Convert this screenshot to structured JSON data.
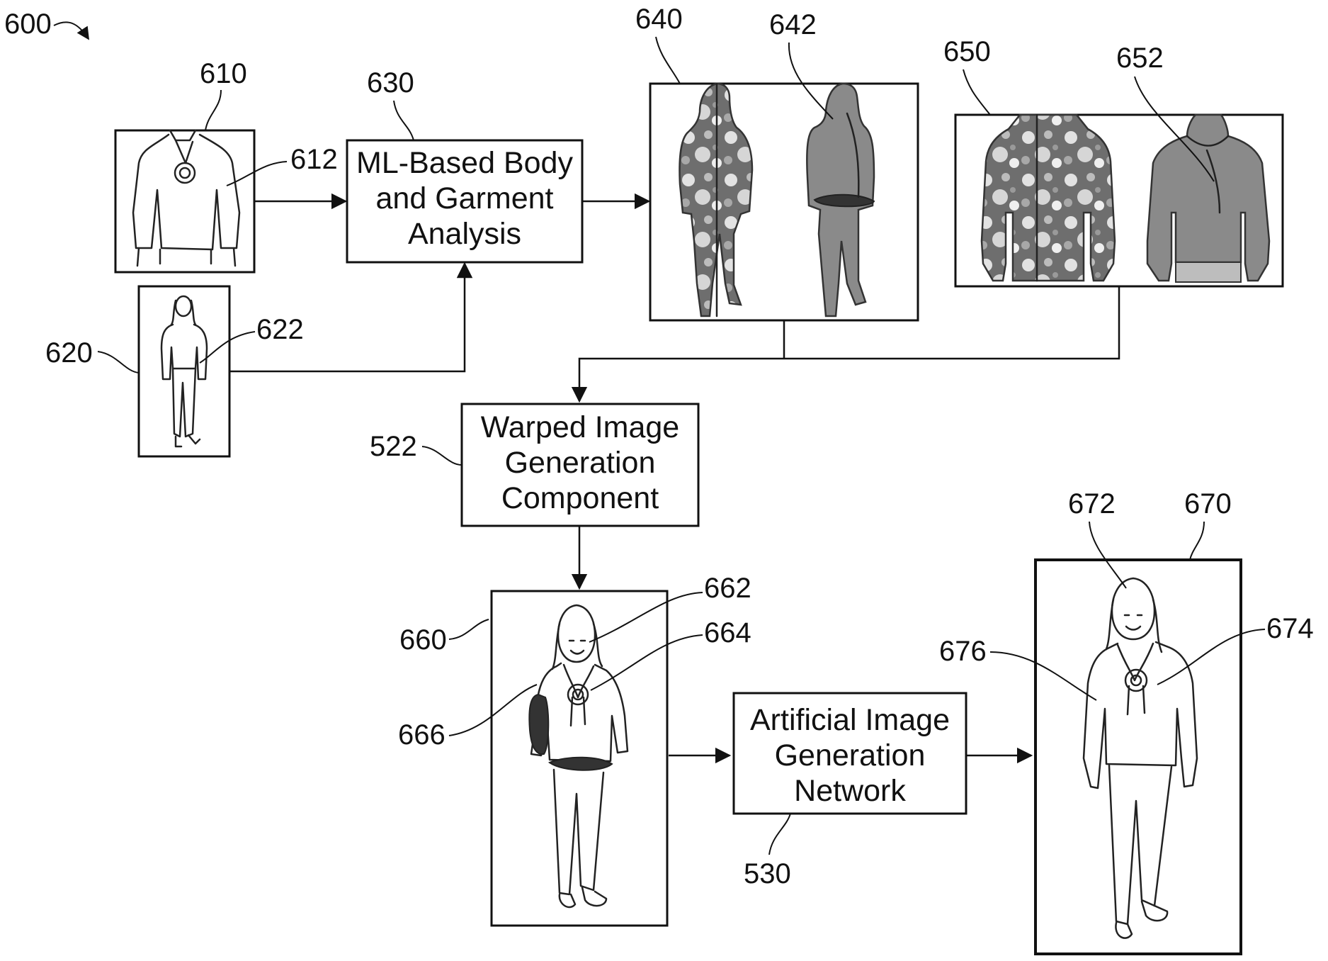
{
  "figure_number": "600",
  "boxes": {
    "analysis": {
      "ref": "630",
      "lines": [
        "ML-Based Body",
        "and Garment",
        "Analysis"
      ]
    },
    "warped": {
      "ref": "522",
      "lines": [
        "Warped Image",
        "Generation",
        "Component"
      ]
    },
    "artificial": {
      "ref": "530",
      "lines": [
        "Artificial Image",
        "Generation",
        "Network"
      ]
    }
  },
  "images": {
    "garment": {
      "ref": "610",
      "part_ref": "612"
    },
    "person": {
      "ref": "620",
      "part_ref": "622"
    },
    "body_segmentation": {
      "ref": "640",
      "part_ref": "642"
    },
    "garment_segmentation": {
      "ref": "650",
      "part_ref": "652"
    },
    "warped_image": {
      "ref": "660",
      "part_refs": [
        "662",
        "664",
        "666"
      ]
    },
    "output_image": {
      "ref": "670",
      "part_refs": [
        "672",
        "674",
        "676"
      ]
    }
  }
}
